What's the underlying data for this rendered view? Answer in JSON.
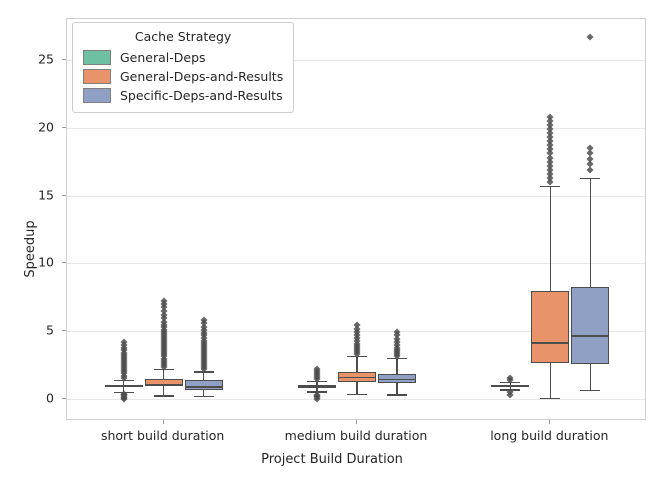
{
  "chart_data": {
    "type": "box",
    "title": "",
    "xlabel": "Project Build Duration",
    "ylabel": "Speedup",
    "categories": [
      "short build duration",
      "medium build duration",
      "long build duration"
    ],
    "yticks": [
      0,
      5,
      10,
      15,
      20,
      25
    ],
    "ylim": [
      -1.6,
      28.0
    ],
    "grid": true,
    "legend": {
      "title": "Cache Strategy",
      "position": "upper left",
      "entries": [
        {
          "name": "General-Deps",
          "color": "#6fbfa3"
        },
        {
          "name": "General-Deps-and-Results",
          "color": "#e8936a"
        },
        {
          "name": "Specific-Deps-and-Results",
          "color": "#8fa0c4"
        }
      ]
    },
    "series": [
      {
        "name": "General-Deps",
        "color": "#6fbfa3",
        "boxes": [
          {
            "category": "short build duration",
            "whisker_low": 0.55,
            "q1": 0.95,
            "median": 1.0,
            "q3": 1.05,
            "whisker_high": 1.45,
            "fliers": [
              0.05,
              0.12,
              0.2,
              0.28,
              0.35,
              0.42,
              1.6,
              1.75,
              1.9,
              2.05,
              2.2,
              2.35,
              2.5,
              2.65,
              2.8,
              2.95,
              3.1,
              3.25,
              3.4,
              3.6,
              3.8,
              4.0,
              4.25
            ]
          },
          {
            "category": "medium build duration",
            "whisker_low": 0.6,
            "q1": 0.92,
            "median": 0.99,
            "q3": 1.04,
            "whisker_high": 1.35,
            "fliers": [
              0.05,
              0.15,
              0.25,
              0.35,
              1.5,
              1.65,
              1.8,
              1.95,
              2.1,
              2.2
            ]
          },
          {
            "category": "long build duration",
            "whisker_low": 0.72,
            "q1": 0.95,
            "median": 1.0,
            "q3": 1.05,
            "whisker_high": 1.3,
            "fliers": [
              0.35,
              0.5,
              1.45,
              1.55
            ]
          }
        ]
      },
      {
        "name": "General-Deps-and-Results",
        "color": "#e8936a",
        "boxes": [
          {
            "category": "short build duration",
            "whisker_low": 0.3,
            "q1": 1.0,
            "median": 1.1,
            "q3": 1.5,
            "whisker_high": 2.25,
            "fliers": [
              2.4,
              2.55,
              2.7,
              2.85,
              3.0,
              3.15,
              3.3,
              3.45,
              3.6,
              3.75,
              3.9,
              4.05,
              4.2,
              4.35,
              4.5,
              4.65,
              4.8,
              4.95,
              5.1,
              5.3,
              5.5,
              5.7,
              5.95,
              6.2,
              6.5,
              6.8,
              7.05,
              7.25
            ]
          },
          {
            "category": "medium build duration",
            "whisker_low": 0.42,
            "q1": 1.25,
            "median": 1.65,
            "q3": 2.0,
            "whisker_high": 3.2,
            "fliers": [
              3.35,
              3.5,
              3.65,
              3.8,
              3.95,
              4.1,
              4.3,
              4.5,
              4.7,
              4.95,
              5.2,
              5.45
            ]
          },
          {
            "category": "long build duration",
            "whisker_low": 0.1,
            "q1": 2.7,
            "median": 4.2,
            "q3": 8.0,
            "whisker_high": 15.7,
            "fliers": [
              16.0,
              16.3,
              16.6,
              16.9,
              17.2,
              17.5,
              17.8,
              18.1,
              18.4,
              18.7,
              19.0,
              19.3,
              19.6,
              19.9,
              20.2,
              20.5,
              20.75
            ]
          }
        ]
      },
      {
        "name": "Specific-Deps-and-Results",
        "color": "#8fa0c4",
        "boxes": [
          {
            "category": "short build duration",
            "whisker_low": 0.25,
            "q1": 0.7,
            "median": 0.95,
            "q3": 1.4,
            "whisker_high": 2.05,
            "fliers": [
              2.2,
              2.35,
              2.5,
              2.65,
              2.8,
              2.95,
              3.1,
              3.25,
              3.4,
              3.55,
              3.7,
              3.85,
              4.0,
              4.15,
              4.3,
              4.5,
              4.7,
              4.9,
              5.1,
              5.35,
              5.6,
              5.85
            ]
          },
          {
            "category": "medium build duration",
            "whisker_low": 0.38,
            "q1": 1.2,
            "median": 1.5,
            "q3": 1.85,
            "whisker_high": 3.05,
            "fliers": [
              3.2,
              3.35,
              3.5,
              3.65,
              3.8,
              4.0,
              4.2,
              4.45,
              4.7,
              4.95
            ]
          },
          {
            "category": "long build duration",
            "whisker_low": 0.7,
            "q1": 2.6,
            "median": 4.7,
            "q3": 8.3,
            "whisker_high": 16.3,
            "fliers": [
              16.9,
              17.3,
              17.7,
              18.1,
              18.5,
              26.7
            ]
          }
        ]
      }
    ]
  },
  "axes": {
    "ytick_labels": [
      "0",
      "5",
      "10",
      "15",
      "20",
      "25"
    ],
    "xtick_labels": [
      "short build duration",
      "medium build duration",
      "long build duration"
    ]
  }
}
